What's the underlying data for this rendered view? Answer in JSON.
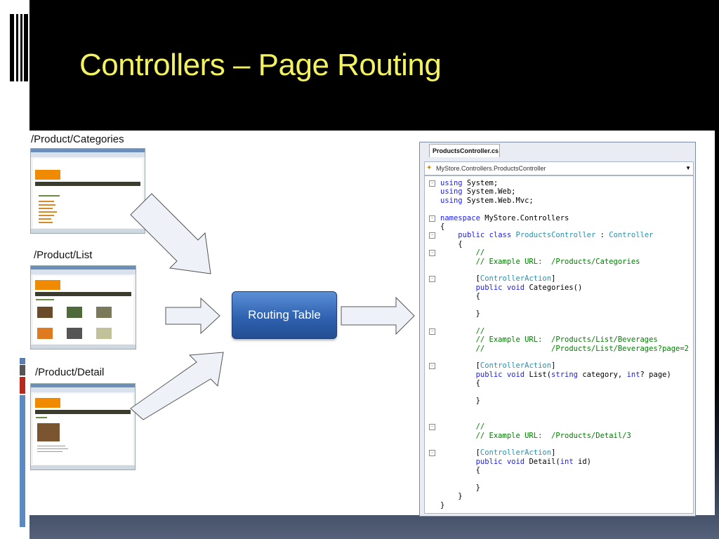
{
  "slide": {
    "title": "Controllers – Page Routing"
  },
  "urls": {
    "categories": "/Product/Categories",
    "list": "/Product/List",
    "detail": "/Product/Detail"
  },
  "routing_table": {
    "label": "Routing Table"
  },
  "ide": {
    "tab_label": "ProductsController.cs",
    "nav_icon": "class-icon",
    "nav_text": "MyStore.Controllers.ProductsController",
    "code_lines": [
      "using System;",
      "using System.Web;",
      "using System.Web.Mvc;",
      "",
      "namespace MyStore.Controllers",
      "{",
      "    public class ProductsController : Controller",
      "    {",
      "        //",
      "        // Example URL:  /Products/Categories",
      "",
      "        [ControllerAction]",
      "        public void Categories()",
      "        {",
      "",
      "        }",
      "",
      "        //",
      "        // Example URL:  /Products/List/Beverages",
      "        //               /Products/List/Beverages?page=2",
      "",
      "        [ControllerAction]",
      "        public void List(string category, int? page)",
      "        {",
      "",
      "        }",
      "",
      "",
      "        //",
      "        // Example URL:  /Products/Detail/3",
      "",
      "        [ControllerAction]",
      "        public void Detail(int id)",
      "        {",
      "",
      "        }",
      "    }",
      "}"
    ]
  },
  "colors": {
    "title": "#f2f25e",
    "routing_box": "#2f62b0",
    "keyword": "#1a1aff",
    "type": "#2b91af",
    "comment": "#008000"
  }
}
